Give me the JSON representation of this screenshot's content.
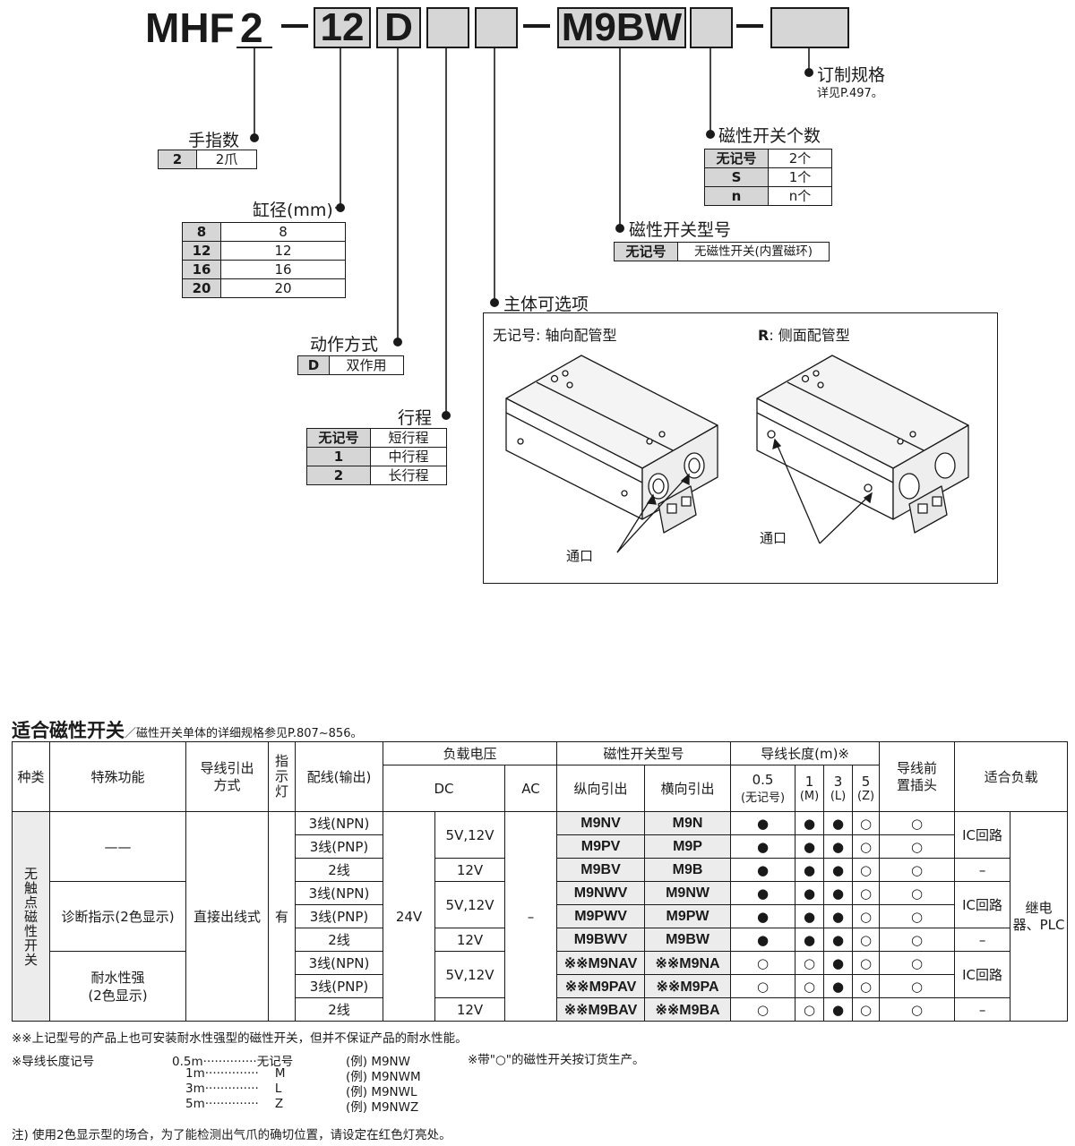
{
  "part_number": {
    "prefix": "MHF",
    "fingers_code": "2",
    "bore_code": "12",
    "action_code": "D",
    "switch_code": "M9BW"
  },
  "fingers": {
    "title": "手指数",
    "rows": [
      {
        "k": "2",
        "v": "2爪"
      }
    ]
  },
  "bore": {
    "title": "缸径(mm)",
    "rows": [
      {
        "k": "8",
        "v": "8"
      },
      {
        "k": "12",
        "v": "12"
      },
      {
        "k": "16",
        "v": "16"
      },
      {
        "k": "20",
        "v": "20"
      }
    ]
  },
  "action": {
    "title": "动作方式",
    "rows": [
      {
        "k": "D",
        "v": "双作用"
      }
    ]
  },
  "stroke": {
    "title": "行程",
    "rows": [
      {
        "k": "无记号",
        "v": "短行程"
      },
      {
        "k": "1",
        "v": "中行程"
      },
      {
        "k": "2",
        "v": "长行程"
      }
    ]
  },
  "body_option": {
    "title": "主体可选项",
    "left_code": "无记号",
    "left_label": ": 轴向配管型",
    "right_code": "R",
    "right_label": ": 侧面配管型",
    "port_label": "通口"
  },
  "switch_type": {
    "title": "磁性开关型号",
    "rows": [
      {
        "k": "无记号",
        "v": "无磁性开关(内置磁环)"
      }
    ]
  },
  "switch_count": {
    "title": "磁性开关个数",
    "rows": [
      {
        "k": "无记号",
        "v": "2个"
      },
      {
        "k": "S",
        "v": "1个"
      },
      {
        "k": "n",
        "v": "n个"
      }
    ]
  },
  "custom": {
    "title": "订制规格",
    "note": "详见P.497。"
  },
  "switch_table": {
    "title": "适合磁性开关",
    "note": "／磁性开关单体的详细规格参见P.807~856。",
    "headers": {
      "type": "种类",
      "special": "特殊功能",
      "entry": "导线引出方式",
      "indicator": "指示灯",
      "wiring": "配线(输出)",
      "load_voltage": "负载电压",
      "dc": "DC",
      "ac": "AC",
      "model": "磁性开关型号",
      "perp": "纵向引出",
      "inline": "横向引出",
      "lead": "导线长度(m)※",
      "len05": "0.5",
      "len05_sub": "(无记号)",
      "len1": "1",
      "len1_sub": "(M)",
      "len3": "3",
      "len3_sub": "(L)",
      "len5": "5",
      "len5_sub": "(Z)",
      "connector": "导线前置插头",
      "load": "适合负载"
    },
    "type_label": "无触点磁性开关",
    "group1_special": "——",
    "group2_special": "诊断指示(2色显示)",
    "group3_special": "耐水性强\n(2色显示)",
    "entry_value": "直接出线式",
    "indicator_value": "有",
    "dc_main": "24V",
    "ac_value": "–",
    "load_relay": "继电器、PLC",
    "rows": [
      {
        "wiring": "3线(NPN)",
        "v": "5V,12V",
        "perp": "M9NV",
        "inline": "M9N",
        "l05": "●",
        "l1": "●",
        "l3": "●",
        "l5": "○",
        "conn": "○",
        "load": "IC回路"
      },
      {
        "wiring": "3线(PNP)",
        "v": "",
        "perp": "M9PV",
        "inline": "M9P",
        "l05": "●",
        "l1": "●",
        "l3": "●",
        "l5": "○",
        "conn": "○",
        "load": ""
      },
      {
        "wiring": "2线",
        "v": "12V",
        "perp": "M9BV",
        "inline": "M9B",
        "l05": "●",
        "l1": "●",
        "l3": "●",
        "l5": "○",
        "conn": "○",
        "load": "–"
      },
      {
        "wiring": "3线(NPN)",
        "v": "5V,12V",
        "perp": "M9NWV",
        "inline": "M9NW",
        "l05": "●",
        "l1": "●",
        "l3": "●",
        "l5": "○",
        "conn": "○",
        "load": "IC回路"
      },
      {
        "wiring": "3线(PNP)",
        "v": "",
        "perp": "M9PWV",
        "inline": "M9PW",
        "l05": "●",
        "l1": "●",
        "l3": "●",
        "l5": "○",
        "conn": "○",
        "load": ""
      },
      {
        "wiring": "2线",
        "v": "12V",
        "perp": "M9BWV",
        "inline": "M9BW",
        "l05": "●",
        "l1": "●",
        "l3": "●",
        "l5": "○",
        "conn": "○",
        "load": "–"
      },
      {
        "wiring": "3线(NPN)",
        "v": "5V,12V",
        "perp": "※※M9NAV",
        "inline": "※※M9NA",
        "l05": "○",
        "l1": "○",
        "l3": "●",
        "l5": "○",
        "conn": "○",
        "load": "IC回路"
      },
      {
        "wiring": "3线(PNP)",
        "v": "",
        "perp": "※※M9PAV",
        "inline": "※※M9PA",
        "l05": "○",
        "l1": "○",
        "l3": "●",
        "l5": "○",
        "conn": "○",
        "load": ""
      },
      {
        "wiring": "2线",
        "v": "12V",
        "perp": "※※M9BAV",
        "inline": "※※M9BA",
        "l05": "○",
        "l1": "○",
        "l3": "●",
        "l5": "○",
        "conn": "○",
        "load": "–"
      }
    ]
  },
  "footnotes": {
    "note1": "※※上记型号的产品上也可安装耐水性强型的磁性开关，但并不保证产品的耐水性能。",
    "lead_title": "※导线长度记号",
    "lead_rows": [
      {
        "len": "0.5m",
        "dots": "··············",
        "code": "无记号",
        "ex": "(例) M9NW"
      },
      {
        "len": "1m",
        "dots": "··············",
        "code": "M",
        "ex": "(例) M9NWM"
      },
      {
        "len": "3m",
        "dots": "··············",
        "code": "L",
        "ex": "(例) M9NWL"
      },
      {
        "len": "5m",
        "dots": "··············",
        "code": "Z",
        "ex": "(例) M9NWZ"
      }
    ],
    "order_note": "※带\"○\"的磁性开关按订货生产。",
    "note2": "注) 使用2色显示型的场合，为了能检测出气爪的确切位置，请设定在红色灯亮处。"
  }
}
